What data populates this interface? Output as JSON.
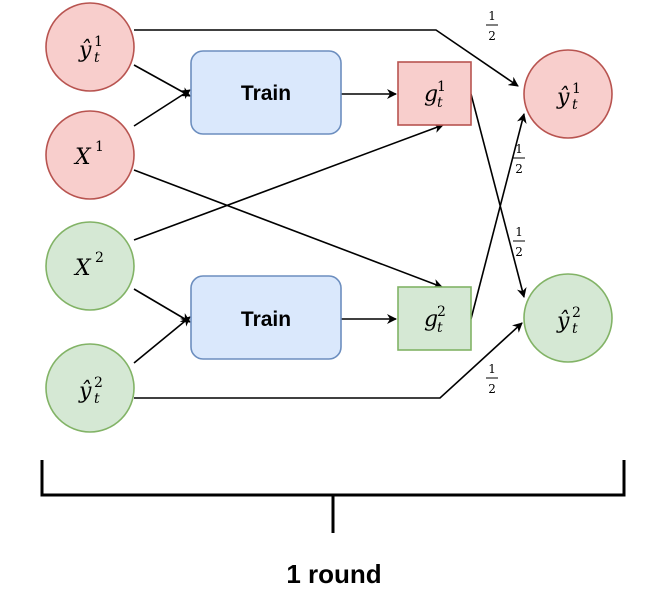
{
  "colors": {
    "red_fill": "#f8cecc",
    "red_stroke": "#b85450",
    "green_fill": "#d5e8d4",
    "green_stroke": "#82b366",
    "blue_fill": "#dae8fc",
    "blue_stroke": "#6c8ebf"
  },
  "nodes": {
    "y1_in": {
      "base": "ŷ",
      "sup": "1",
      "sub": "t"
    },
    "x1": {
      "base": "X",
      "sup": "1",
      "sub": ""
    },
    "x2": {
      "base": "X",
      "sup": "2",
      "sub": ""
    },
    "y2_in": {
      "base": "ŷ",
      "sup": "2",
      "sub": "t"
    },
    "train1": {
      "label": "Train"
    },
    "train2": {
      "label": "Train"
    },
    "g1": {
      "base": "g",
      "sup": "1",
      "sub": "t"
    },
    "g2": {
      "base": "g",
      "sup": "2",
      "sub": "t"
    },
    "y1_out": {
      "base": "ŷ",
      "sup": "1",
      "sub": "t"
    },
    "y2_out": {
      "base": "ŷ",
      "sup": "2",
      "sub": "t"
    }
  },
  "weights": {
    "y1_to_y1out": {
      "num": "1",
      "den": "2"
    },
    "g1_to_y2out": {
      "num": "1",
      "den": "2"
    },
    "g2_to_y1out": {
      "num": "1",
      "den": "2"
    },
    "y2_to_y2out": {
      "num": "1",
      "den": "2"
    }
  },
  "round_label": "1 round"
}
